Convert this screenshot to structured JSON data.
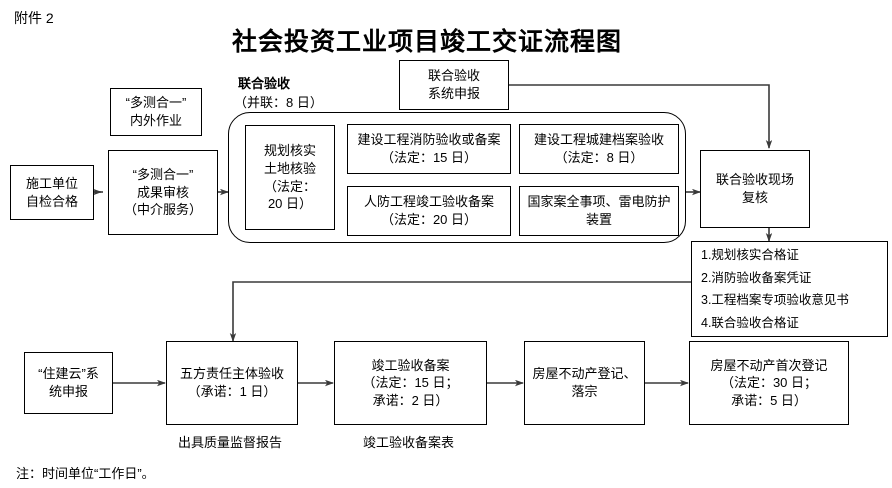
{
  "document": {
    "attachment_label": "附件 2",
    "title": "社会投资工业项目竣工交证流程图",
    "footnote": "注：时间单位“工作日”。"
  },
  "annotations": {
    "joint_acceptance_label": "联合验收",
    "joint_acceptance_parallel": "（并联：8 日）",
    "quality_report": "出具质量监督报告",
    "completion_record_form": "竣工验收备案表"
  },
  "nodes": {
    "construction_self_check": {
      "lines": [
        "施工单位",
        "自检合格"
      ]
    },
    "multi_survey_field": {
      "lines": [
        "“多测合一”",
        "内外作业"
      ]
    },
    "multi_survey_review": {
      "lines": [
        "“多测合一”",
        "成果审核",
        "（中介服务）"
      ]
    },
    "planning_land_verify": {
      "lines": [
        "规划核实",
        "土地核验",
        "（法定：",
        "20 日）"
      ]
    },
    "fire_acceptance": {
      "lines": [
        "建设工程消防验收或备案",
        "（法定：15 日）"
      ]
    },
    "archive_acceptance": {
      "lines": [
        "建设工程城建档案验收",
        "（法定：8 日）"
      ]
    },
    "civil_defense": {
      "lines": [
        "人防工程竣工验收备案",
        "（法定：20 日）"
      ]
    },
    "national_safety": {
      "lines": [
        "国家案全事项、雷电防护",
        "装置"
      ]
    },
    "joint_system_declare": {
      "lines": [
        "联合验收",
        "系统申报"
      ]
    },
    "joint_site_review": {
      "lines": [
        "联合验收现场",
        "复核"
      ]
    },
    "zhujianyun_declare": {
      "lines": [
        "“住建云”系",
        "统申报"
      ]
    },
    "five_party_acceptance": {
      "lines": [
        "五方责任主体验收",
        "（承诺：1 日）"
      ]
    },
    "completion_record": {
      "lines": [
        "竣工验收备案",
        "（法定：15 日；",
        "承诺：2 日）"
      ]
    },
    "property_registration": {
      "lines": [
        "房屋不动产登记、",
        "落宗"
      ]
    },
    "first_registration": {
      "lines": [
        "房屋不动产首次登记",
        "（法定：30 日；",
        "承诺：5 日）"
      ]
    }
  },
  "certificates": {
    "items": [
      "1.规划核实合格证",
      "2.消防验收备案凭证",
      "3.工程档案专项验收意见书",
      "4.联合验收合格证"
    ]
  },
  "colors": {
    "stroke": "#000000",
    "background": "#ffffff"
  }
}
